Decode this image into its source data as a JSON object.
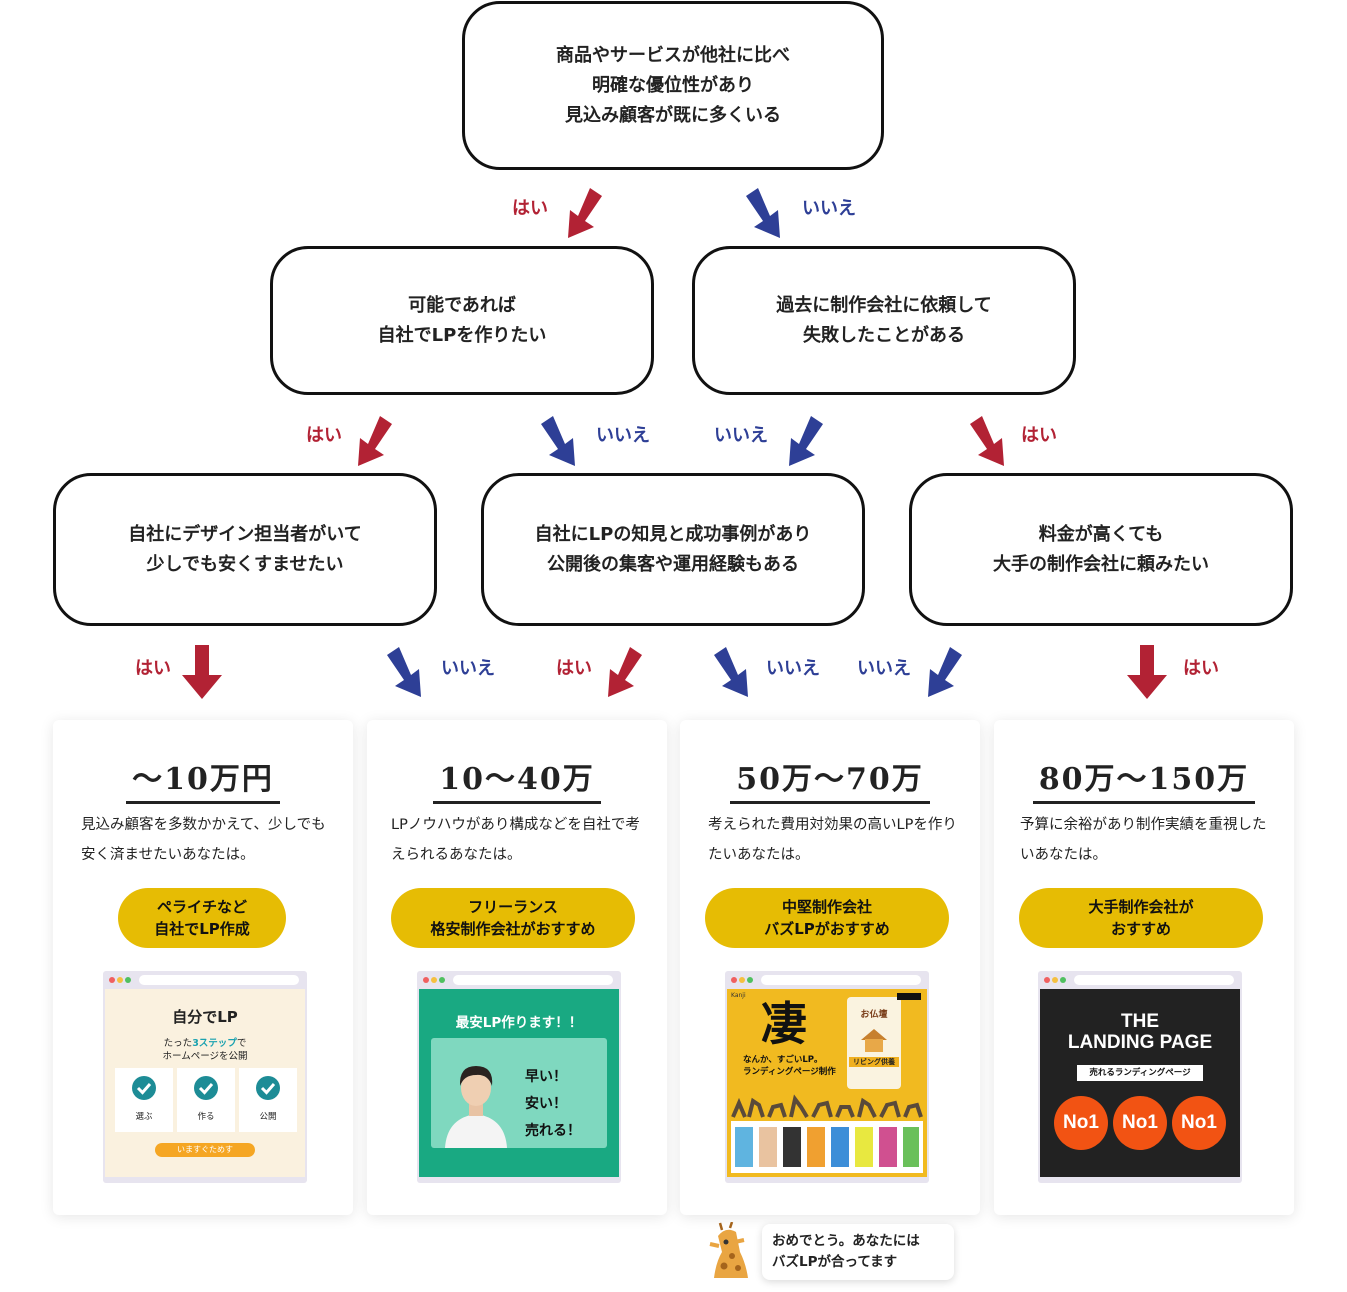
{
  "flow": {
    "top_question": "商品やサービスが他社に比べ\n明確な優位性があり\n見込み顧客が既に多くいる",
    "q_inhouse": "可能であれば\n自社でLPを作りたい",
    "q_failed_before": "過去に制作会社に依頼して\n失敗したことがある",
    "q_designer": "自社にデザイン担当者がいて\n少しでも安くすませたい",
    "q_knowhow": "自社にLPの知見と成功事例があり\n公開後の集客や運用経験もある",
    "q_big_agency": "料金が高くても\n大手の制作会社に頼みたい",
    "yes_label": "はい",
    "no_label": "いいえ"
  },
  "colors": {
    "yes": "#b22234",
    "no": "#2e3f96",
    "pill": "#e6bc04"
  },
  "results": [
    {
      "price": "～10万円",
      "desc": "見込み顧客を多数かかえて、少しでも安く済ませたいあなたは。",
      "recommend": "ペライチなど\n自社でLP作成",
      "preview": {
        "title": "自分でLP",
        "sub_prefix": "たった",
        "sub_highlight": "3ステップ",
        "sub_suffix": "で",
        "sub_line2": "ホームページを公開",
        "steps": [
          "選ぶ",
          "作る",
          "公開"
        ],
        "cta": "いますぐためす"
      }
    },
    {
      "price": "10～40万",
      "desc": "LPノウハウがあり構成などを自社で考えられるあなたは。",
      "recommend": "フリーランス\n格安制作会社がおすすめ",
      "preview": {
        "title": "最安LP作ります！！",
        "lines": [
          "早い！",
          "安い！",
          "売れる！"
        ]
      }
    },
    {
      "price": "50万～70万",
      "desc": "考えられた費用対効果の高いLPを作りたいあなたは。",
      "recommend": "中堅制作会社\nバズLPがおすすめ",
      "preview": {
        "logo": "Kanji",
        "kanji": "凄",
        "caption": "なんか、すごいLP。",
        "caption2": "ランディングページ制作",
        "pill_text": "お仏壇",
        "ribbon": "リビング供養"
      }
    },
    {
      "price": "80万～150万",
      "desc": "予算に余裕があり制作実績を重視したいあなたは。",
      "recommend": "大手制作会社が\nおすすめ",
      "preview": {
        "headline_1": "THE",
        "headline_2": "LANDING PAGE",
        "tag": "売れるランディングページ",
        "badges": [
          "No1",
          "No1",
          "No1"
        ]
      }
    }
  ],
  "mascot": {
    "message": "おめでとう。あなたには\nバズLPが合ってます"
  }
}
